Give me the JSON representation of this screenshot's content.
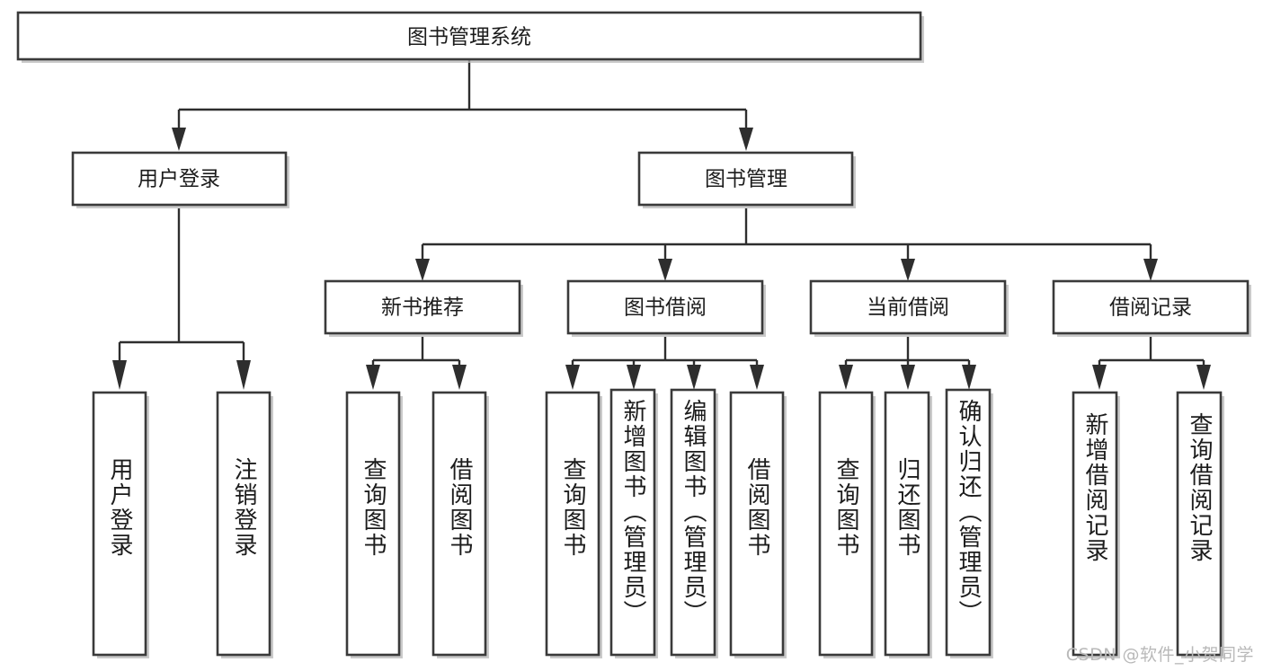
{
  "diagram": {
    "type": "tree-hierarchy",
    "title": "图书管理系统",
    "watermark": "CSDN @软件_小贺同学",
    "colors": {
      "box_stroke": "#3a3a3a",
      "box_fill": "#ffffff",
      "connector": "#2e2e2e",
      "text": "#1c1c1c",
      "watermark": "#b9b9b9",
      "background": "#ffffff"
    },
    "root": {
      "label": "图书管理系统"
    },
    "level2": [
      {
        "label": "用户登录"
      },
      {
        "label": "图书管理"
      }
    ],
    "level3": [
      {
        "label": "新书推荐"
      },
      {
        "label": "图书借阅"
      },
      {
        "label": "当前借阅"
      },
      {
        "label": "借阅记录"
      }
    ],
    "leaves": {
      "user_login": [
        {
          "label": "用户登录"
        },
        {
          "label": "注销登录"
        }
      ],
      "new_book_recommend": [
        {
          "label": "查询图书"
        },
        {
          "label": "借阅图书"
        }
      ],
      "book_borrow": [
        {
          "label": "查询图书"
        },
        {
          "label": "新增图书（管理员）"
        },
        {
          "label": "编辑图书（管理员）"
        },
        {
          "label": "借阅图书"
        }
      ],
      "current_borrow": [
        {
          "label": "查询图书"
        },
        {
          "label": "归还图书"
        },
        {
          "label": "确认归还（管理员）"
        }
      ],
      "borrow_record": [
        {
          "label": "新增借阅记录"
        },
        {
          "label": "查询借阅记录"
        }
      ]
    }
  }
}
